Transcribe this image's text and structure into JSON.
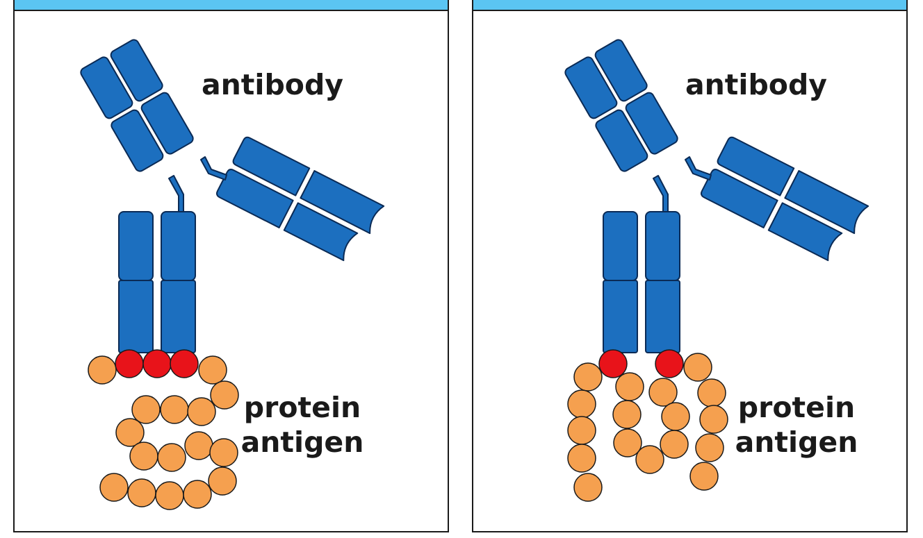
{
  "colors": {
    "header_bar": "#5bc5f2",
    "antibody_fill": "#1c6fbf",
    "antibody_stroke": "#0a2a55",
    "epitope_fill": "#e8131a",
    "antigen_fill": "#f5a04f",
    "frame_stroke": "#1a1a1a"
  },
  "panels": [
    {
      "id": "left",
      "antibody_label": "antibody",
      "antigen_label_line1": "protein",
      "antigen_label_line2": "antigen"
    },
    {
      "id": "right",
      "antibody_label": "antibody",
      "antigen_label_line1": "protein",
      "antigen_label_line2": "antigen"
    }
  ]
}
